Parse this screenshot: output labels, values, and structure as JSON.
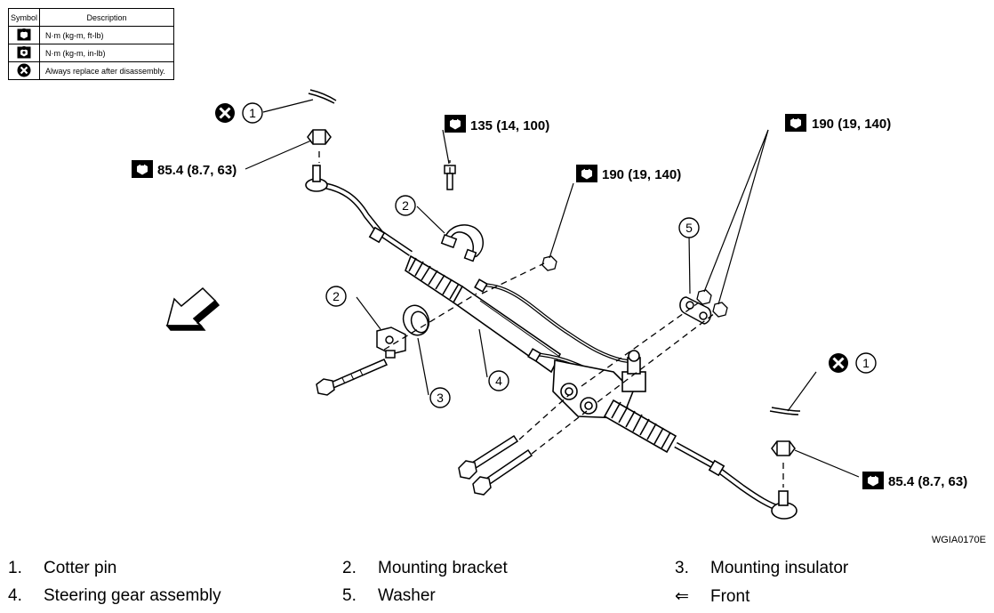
{
  "legend": {
    "headers": {
      "symbol": "Symbol",
      "description": "Description"
    },
    "rows": [
      {
        "icon": "torque-wrench-icon",
        "description": "N·m (kg-m, ft-lb)"
      },
      {
        "icon": "torque-wrench-inlb-icon",
        "description": "N·m (kg-m, in-lb)"
      },
      {
        "icon": "always-replace-icon",
        "description": "Always replace after disassembly."
      }
    ]
  },
  "torque_specs": {
    "bracket_bolt": "135 (14, 100)",
    "mount_nut_upper": "190 (19, 140)",
    "mount_nut_right": "190 (19, 140)",
    "tie_rod_nut_left": "85.4 (8.7, 63)",
    "tie_rod_nut_right": "85.4 (8.7, 63)"
  },
  "callouts": {
    "cotter_pin_left": "1",
    "cotter_pin_right": "1",
    "bracket_upper": "2",
    "bracket_lower": "2",
    "insulator": "3",
    "gear_assembly": "4",
    "washer": "5"
  },
  "figure_code": "WGIA0170E",
  "parts": [
    {
      "num": "1.",
      "label": "Cotter pin"
    },
    {
      "num": "2.",
      "label": "Mounting bracket"
    },
    {
      "num": "3.",
      "label": "Mounting insulator"
    },
    {
      "num": "4.",
      "label": "Steering gear assembly"
    },
    {
      "num": "5.",
      "label": "Washer"
    },
    {
      "num": "⇐",
      "label": "Front"
    }
  ],
  "colors": {
    "ink": "#000000",
    "paper": "#ffffff"
  }
}
